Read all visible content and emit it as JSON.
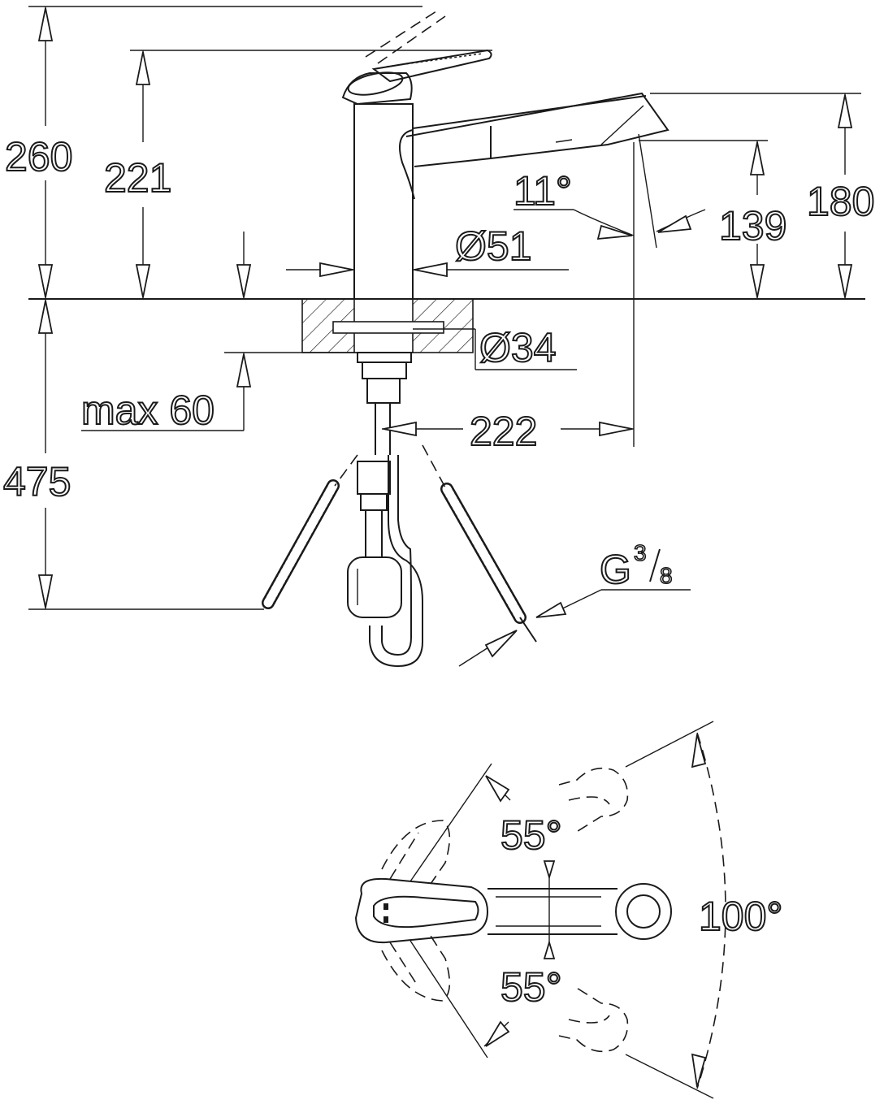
{
  "dimensions": {
    "height_total": "260",
    "height_spout": "221",
    "outlet_height": "139",
    "outlet_top": "180",
    "swivel_angle_tilt": "11°",
    "body_diameter": "Ø51",
    "hole_diameter": "Ø34",
    "max_thickness": "max 60",
    "reach": "222",
    "hose_length": "475",
    "connection_thread_base": "G",
    "connection_thread_num": "3",
    "connection_thread_den": "8",
    "lever_angle_upper": "55°",
    "lever_angle_lower": "55°",
    "lever_angle_total": "100°"
  },
  "colors": {
    "line": "#1a1a1a",
    "background": "#ffffff"
  }
}
